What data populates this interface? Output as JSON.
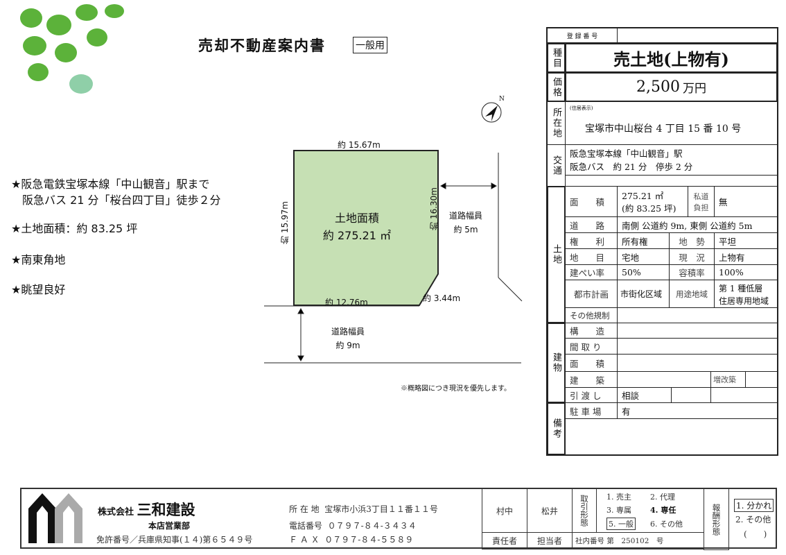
{
  "title": "売却不動産案内書",
  "title_badge": "一般用",
  "points": [
    "★阪急電鉄宝塚本線「中山観音」駅まで",
    "　阪急バス 21 分「桜台四丁目」徒歩２分",
    "★土地面積：約 83.25 坪",
    "★南東角地",
    "★眺望良好"
  ],
  "diagram": {
    "top": "約 15.67m",
    "left": "約 15.97m",
    "right": "約 16.30m",
    "bottom": "約 12.76m",
    "corner": "約 3.44m",
    "area_label": "土地面積",
    "area_value": "約 275.21 ㎡",
    "east_road_label": "道路幅員",
    "east_road_value": "約 5m",
    "south_road_label": "道路幅員",
    "south_road_value": "約 9m",
    "compass": "N",
    "note": "※概略図につき現況を優先します。"
  },
  "sheet": {
    "reg_label": "登 録 番 号",
    "reg_value": "",
    "type_label": "種目",
    "type_value": "売土地(上物有)",
    "price_label": "価格",
    "price_value": "2,500",
    "price_unit": "万円",
    "loc_label": "所在地",
    "loc_sub": "(住居表示)",
    "loc_value": "宝塚市中山桜台 4 丁目 15 番 10 号",
    "traffic_label": "交通",
    "traffic_1": "阪急宝塚本線「中山観音」駅",
    "traffic_2": "阪急バス　約 21 分　停歩 2 分",
    "land_label": "土地",
    "area_label": "面　　積",
    "area_1": "275.21 ㎡",
    "area_2": "(約 83.25 坪)",
    "private_road_label": "私道負担",
    "private_road_value": "無",
    "road_label": "道　　路",
    "road_value": "南側 公道約 9m, 東側 公道約 5m",
    "right_label": "権　　利",
    "right_value": "所有権",
    "terrain_label": "地　勢",
    "terrain_value": "平坦",
    "category_label": "地　　目",
    "category_value": "宅地",
    "status_label": "現　況",
    "status_value": "上物有",
    "bcr_label": "建ぺい率",
    "bcr_value": "50%",
    "far_label": "容積率",
    "far_value": "100%",
    "city_label": "都市計画",
    "city_value": "市街化区域",
    "zone_label": "用途地域",
    "zone_value_1": "第 1 種低層",
    "zone_value_2": "住居専用地域",
    "other_label": "その他規制",
    "bldg_label": "建物",
    "struct_label": "構　　造",
    "layout_label": "間 取 り",
    "barea_label": "面　　積",
    "built_label": "建　　築",
    "reno_label": "増改築",
    "handover_label": "引 渡 し",
    "handover_value": "相談",
    "remarks_label": "備考",
    "parking_label": "駐 車 場",
    "parking_value": "有"
  },
  "footer": {
    "company_prefix": "株式会社",
    "company": "三和建設",
    "branch": "本店営業部",
    "license": "免許番号／兵庫県知事(１４)第６５４９号",
    "addr_label": "所 在 地",
    "addr": "宝塚市小浜3丁目１１番１１号",
    "tel_label": "電話番号",
    "tel": "０７９７-８４-３４３４",
    "fax_label": "Ｆ Ａ Ｘ",
    "fax": "０７９７-８４-５５８９",
    "person1": "村中",
    "person2": "松井",
    "resp_label": "責任者",
    "staff_label": "担当者",
    "internal_no": "社内番号 第　250102　号",
    "deal_label": "取引形態",
    "deal_options": [
      "1. 売主",
      "2. 代理",
      "3. 専属",
      "4. 専任",
      "5. 一般",
      "6. その他"
    ],
    "fee_label": "報酬形態",
    "fee_options": [
      "1. 分かれ",
      "2. その他",
      "(　　)"
    ]
  }
}
